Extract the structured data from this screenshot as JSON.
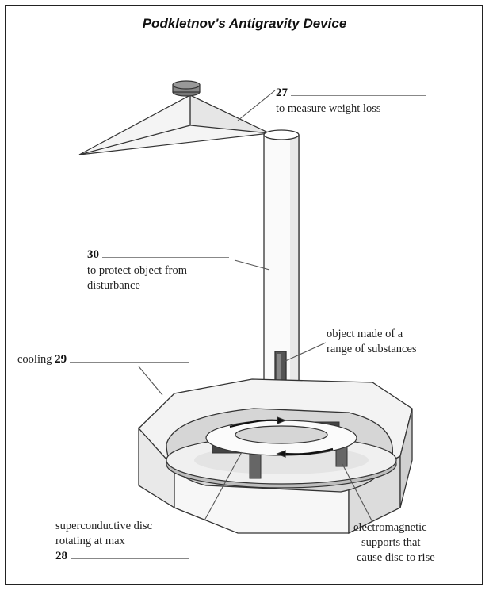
{
  "title": "Podkletnov's Antigravity Device",
  "labels": {
    "q27": {
      "number": "27",
      "text": "to measure weight loss"
    },
    "q30": {
      "number": "30",
      "line1": "to protect object from",
      "line2": "disturbance"
    },
    "object": {
      "line1": "object made of a",
      "line2": "range of substances"
    },
    "q29": {
      "prefix": "cooling",
      "number": "29"
    },
    "disc": {
      "line1": "superconductive disc",
      "line2": "rotating at max"
    },
    "q28": {
      "number": "28"
    },
    "supports": {
      "line1": "electromagnetic",
      "line2": "supports that",
      "line3": "cause disc to rise"
    }
  },
  "colors": {
    "ink": "#222222",
    "shade": "#c8c8c8",
    "light": "#efefef",
    "dark": "#3a3a3a"
  }
}
